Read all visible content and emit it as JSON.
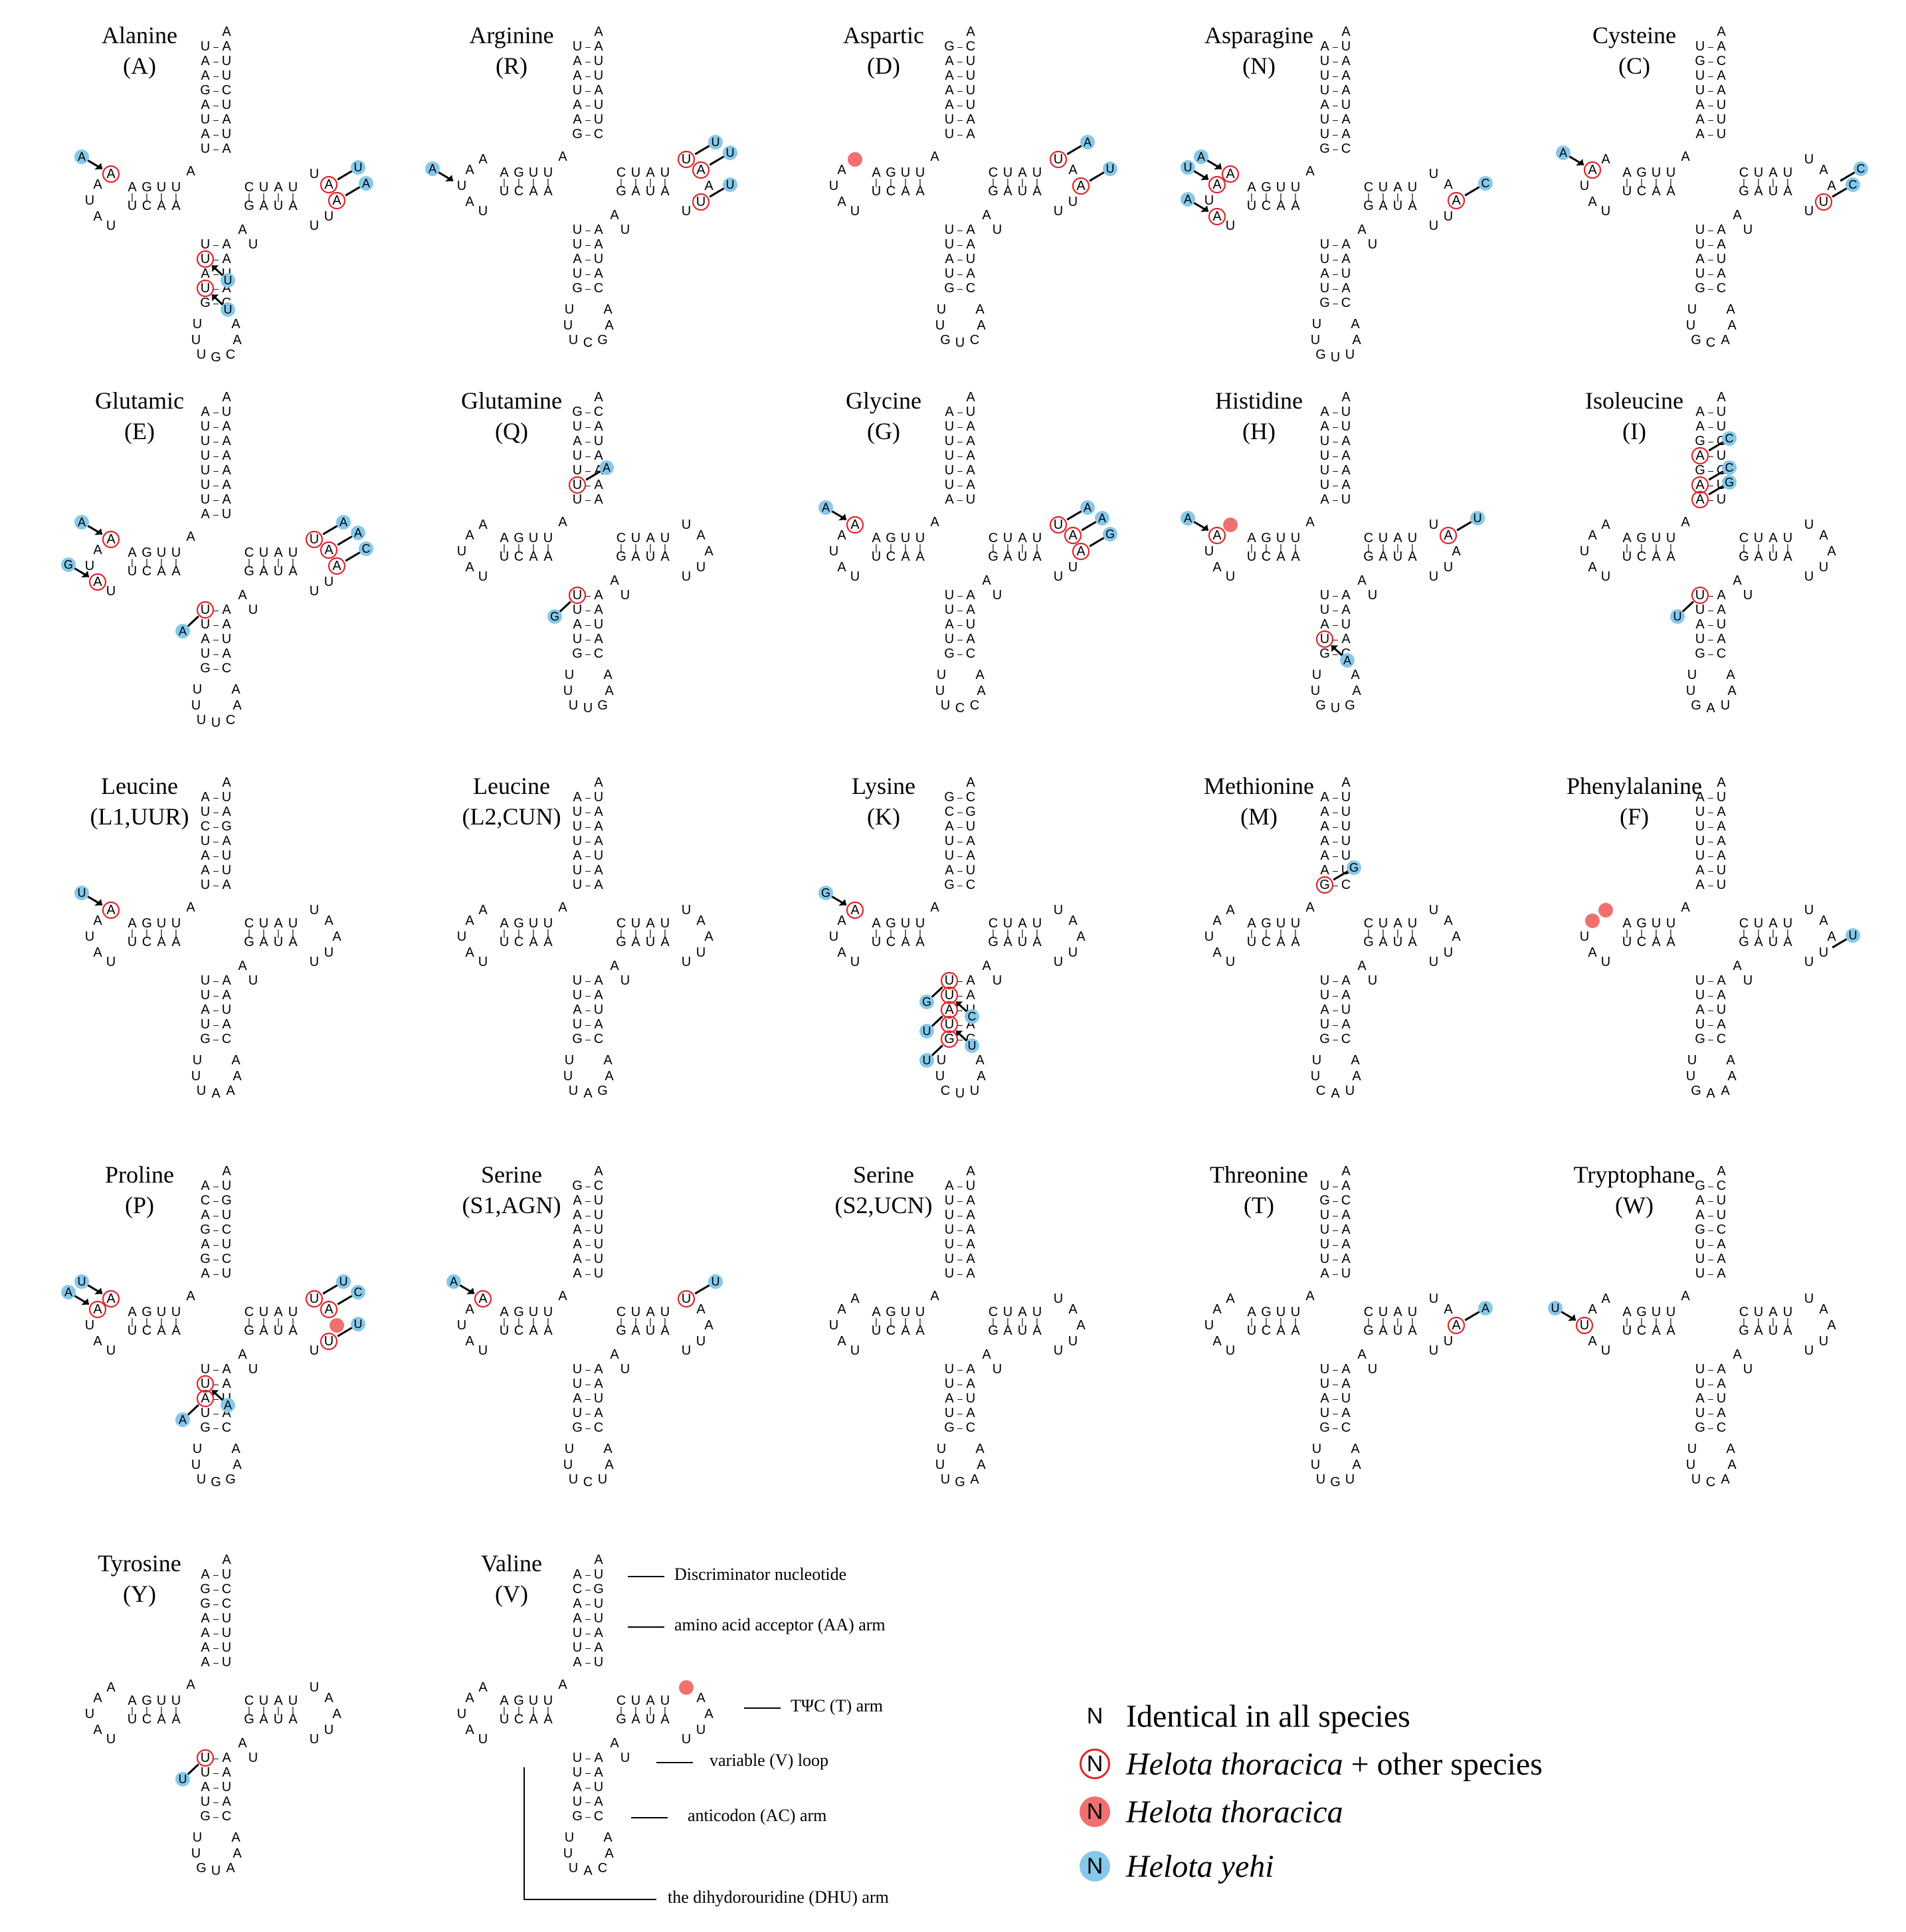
{
  "colors": {
    "ring": "#e0242b",
    "thoracica": "#f07070",
    "yehi": "#86c8ea",
    "ink": "#000000"
  },
  "panels": [
    {
      "id": "alanine",
      "name": "Alanine",
      "code": "(A)",
      "acc": [
        "U",
        "A",
        "A",
        "G",
        "A",
        "U",
        "A",
        "U"
      ],
      "anticodon": "UGC",
      "marks": [
        {
          "arm": "dhu",
          "i": 0,
          "type": "ring",
          "sub": "A"
        },
        {
          "arm": "t",
          "i": 1,
          "type": "ring",
          "sub": "U"
        },
        {
          "arm": "t",
          "i": 2,
          "type": "ring",
          "sub": "A"
        },
        {
          "arm": "ac",
          "i": 1,
          "type": "ring",
          "sub": "U"
        },
        {
          "arm": "ac",
          "i": 3,
          "type": "ring",
          "sub": "U"
        }
      ]
    },
    {
      "id": "arginine",
      "name": "Arginine",
      "code": "(R)",
      "acc": [
        "U",
        "A",
        "A",
        "U",
        "A",
        "A",
        "G"
      ],
      "anticodon": "UCG",
      "marks": [
        {
          "arm": "t",
          "i": 0,
          "type": "ring",
          "sub": "U"
        },
        {
          "arm": "t",
          "i": 1,
          "type": "ring",
          "sub": "U"
        },
        {
          "arm": "t",
          "i": 3,
          "type": "ring",
          "sub": "U"
        },
        {
          "arm": "dhu",
          "i": 2,
          "type": "plain",
          "sub": "A"
        }
      ]
    },
    {
      "id": "aspartic",
      "name": "Aspartic",
      "code": "(D)",
      "acc": [
        "G",
        "A",
        "A",
        "A",
        "A",
        "U",
        "U"
      ],
      "anticodon": "GUC",
      "marks": [
        {
          "arm": "dhu",
          "i": 0,
          "type": "fill_thoracica",
          "sub": ""
        },
        {
          "arm": "t",
          "i": 0,
          "type": "ring",
          "sub": "A"
        },
        {
          "arm": "t",
          "i": 2,
          "type": "ring",
          "sub": "U"
        }
      ]
    },
    {
      "id": "asparagine",
      "name": "Asparagine",
      "code": "(N)",
      "acc": [
        "A",
        "U",
        "U",
        "U",
        "A",
        "U",
        "U",
        "G"
      ],
      "anticodon": "GUU",
      "marks": [
        {
          "arm": "dhu",
          "i": 0,
          "type": "ring",
          "sub": "A"
        },
        {
          "arm": "dhu",
          "i": 1,
          "type": "ring",
          "sub": "U"
        },
        {
          "arm": "dhu",
          "i": 3,
          "type": "ring",
          "sub": "A"
        },
        {
          "arm": "t",
          "i": 2,
          "type": "ring",
          "sub": "C"
        }
      ]
    },
    {
      "id": "cysteine",
      "name": "Cysteine",
      "code": "(C)",
      "acc": [
        "U",
        "G",
        "U",
        "U",
        "A",
        "A",
        "A"
      ],
      "anticodon": "GCA",
      "marks": [
        {
          "arm": "dhu",
          "i": 1,
          "type": "ring",
          "sub": "A"
        },
        {
          "arm": "t",
          "i": 2,
          "type": "plain",
          "sub": "C"
        },
        {
          "arm": "t",
          "i": 3,
          "type": "ring",
          "sub": "C"
        }
      ]
    },
    {
      "id": "glutamic",
      "name": "Glutamic",
      "code": "(E)",
      "acc": [
        "A",
        "U",
        "U",
        "U",
        "U",
        "U",
        "U",
        "A"
      ],
      "anticodon": "UUC",
      "marks": [
        {
          "arm": "dhu",
          "i": 0,
          "type": "ring",
          "sub": "A"
        },
        {
          "arm": "dhu",
          "i": 3,
          "type": "ring",
          "sub": "G"
        },
        {
          "arm": "t",
          "i": 0,
          "type": "ring",
          "sub": "A"
        },
        {
          "arm": "t",
          "i": 1,
          "type": "ring",
          "sub": "A"
        },
        {
          "arm": "t",
          "i": 2,
          "type": "ring",
          "sub": "C"
        },
        {
          "arm": "ac",
          "i": 0,
          "type": "ring",
          "sub": "A"
        }
      ]
    },
    {
      "id": "glutamine",
      "name": "Glutamine",
      "code": "(Q)",
      "acc": [
        "G",
        "U",
        "A",
        "U",
        "U",
        "U",
        "U"
      ],
      "anticodon": "UUG",
      "marks": [
        {
          "arm": "acc",
          "i": 5,
          "type": "ring",
          "sub": "A"
        },
        {
          "arm": "ac",
          "i": 0,
          "type": "ring",
          "sub": "G"
        }
      ]
    },
    {
      "id": "glycine",
      "name": "Glycine",
      "code": "(G)",
      "acc": [
        "A",
        "U",
        "U",
        "U",
        "U",
        "U",
        "A"
      ],
      "anticodon": "UCC",
      "marks": [
        {
          "arm": "dhu",
          "i": 0,
          "type": "ring",
          "sub": "A"
        },
        {
          "arm": "t",
          "i": 0,
          "type": "ring",
          "sub": "A"
        },
        {
          "arm": "t",
          "i": 1,
          "type": "ring",
          "sub": "A"
        },
        {
          "arm": "t",
          "i": 2,
          "type": "ring",
          "sub": "G"
        }
      ]
    },
    {
      "id": "histidine",
      "name": "Histidine",
      "code": "(H)",
      "acc": [
        "A",
        "A",
        "U",
        "U",
        "U",
        "U",
        "A"
      ],
      "anticodon": "GUG",
      "marks": [
        {
          "arm": "dhu",
          "i": 0,
          "type": "fill_thoracica",
          "sub": ""
        },
        {
          "arm": "dhu",
          "i": 1,
          "type": "ring",
          "sub": "A"
        },
        {
          "arm": "t",
          "i": 1,
          "type": "ring",
          "sub": "U"
        },
        {
          "arm": "ac",
          "i": 3,
          "type": "ring",
          "sub": "A"
        }
      ]
    },
    {
      "id": "isoleucine",
      "name": "Isoleucine",
      "code": "(I)",
      "acc": [
        "A",
        "A",
        "G",
        "A",
        "G",
        "A",
        "A"
      ],
      "anticodon": "GAU",
      "marks": [
        {
          "arm": "acc",
          "i": 3,
          "type": "ring",
          "sub": "C"
        },
        {
          "arm": "acc",
          "i": 5,
          "type": "ring",
          "sub": "C"
        },
        {
          "arm": "acc",
          "i": 6,
          "type": "ring",
          "sub": "G"
        },
        {
          "arm": "ac",
          "i": 0,
          "type": "ring",
          "sub": "U"
        }
      ]
    },
    {
      "id": "leucine1",
      "name": "Leucine",
      "code": "(L1,UUR)",
      "acc": [
        "A",
        "U",
        "C",
        "U",
        "A",
        "A",
        "U"
      ],
      "anticodon": "UAA",
      "marks": [
        {
          "arm": "dhu",
          "i": 0,
          "type": "ring",
          "sub": "U"
        }
      ]
    },
    {
      "id": "leucine2",
      "name": "Leucine",
      "code": "(L2,CUN)",
      "acc": [
        "A",
        "U",
        "U",
        "U",
        "A",
        "U",
        "U"
      ],
      "anticodon": "UAG",
      "marks": []
    },
    {
      "id": "lysine",
      "name": "Lysine",
      "code": "(K)",
      "acc": [
        "G",
        "C",
        "A",
        "U",
        "U",
        "A",
        "G"
      ],
      "anticodon": "CUU",
      "marks": [
        {
          "arm": "dhu",
          "i": 0,
          "type": "ring",
          "sub": "G"
        },
        {
          "arm": "ac",
          "i": 0,
          "type": "ring",
          "sub": "G"
        },
        {
          "arm": "ac",
          "i": 1,
          "type": "ring",
          "sub": "C"
        },
        {
          "arm": "ac",
          "i": 2,
          "type": "ring",
          "sub": "U"
        },
        {
          "arm": "ac",
          "i": 3,
          "type": "ring",
          "sub": "U"
        },
        {
          "arm": "ac",
          "i": 4,
          "type": "ring",
          "sub": "U"
        }
      ]
    },
    {
      "id": "methionine",
      "name": "Methionine",
      "code": "(M)",
      "acc": [
        "A",
        "A",
        "A",
        "A",
        "A",
        "A",
        "G"
      ],
      "anticodon": "CAU",
      "marks": [
        {
          "arm": "acc",
          "i": 6,
          "type": "ring",
          "sub": "G"
        }
      ]
    },
    {
      "id": "phenylalanine",
      "name": "Phenylalanine",
      "code": "(F)",
      "acc": [
        "A",
        "U",
        "U",
        "U",
        "U",
        "A",
        "A"
      ],
      "anticodon": "GAA",
      "marks": [
        {
          "arm": "dhu",
          "i": 0,
          "type": "fill_thoracica",
          "sub": ""
        },
        {
          "arm": "dhu",
          "i": 1,
          "type": "fill_thoracica",
          "sub": ""
        },
        {
          "arm": "t",
          "i": 3,
          "type": "plain",
          "sub": "U"
        }
      ]
    },
    {
      "id": "proline",
      "name": "Proline",
      "code": "(P)",
      "acc": [
        "A",
        "C",
        "A",
        "G",
        "A",
        "G",
        "A"
      ],
      "anticodon": "UGG",
      "marks": [
        {
          "arm": "dhu",
          "i": 0,
          "type": "ring",
          "sub": "U"
        },
        {
          "arm": "dhu",
          "i": 1,
          "type": "ring",
          "sub": "A"
        },
        {
          "arm": "t",
          "i": 0,
          "type": "ring",
          "sub": "U"
        },
        {
          "arm": "t",
          "i": 1,
          "type": "ring",
          "sub": "C"
        },
        {
          "arm": "t",
          "i": 2,
          "type": "fill_thoracica",
          "sub": ""
        },
        {
          "arm": "t",
          "i": 3,
          "type": "ring",
          "sub": "U"
        },
        {
          "arm": "ac",
          "i": 1,
          "type": "ring",
          "sub": "A"
        },
        {
          "arm": "ac",
          "i": 2,
          "type": "ring",
          "sub": "A"
        }
      ]
    },
    {
      "id": "serine1",
      "name": "Serine",
      "code": "(S1,AGN)",
      "acc": [
        "G",
        "A",
        "A",
        "A",
        "A",
        "A",
        "A"
      ],
      "anticodon": "UCU",
      "marks": [
        {
          "arm": "dhu",
          "i": 0,
          "type": "ring",
          "sub": "A"
        },
        {
          "arm": "t",
          "i": 0,
          "type": "ring",
          "sub": "U"
        }
      ]
    },
    {
      "id": "serine2",
      "name": "Serine",
      "code": "(S2,UCN)",
      "acc": [
        "A",
        "U",
        "U",
        "U",
        "U",
        "U",
        "U"
      ],
      "anticodon": "UGA",
      "marks": []
    },
    {
      "id": "threonine",
      "name": "Threonine",
      "code": "(T)",
      "acc": [
        "U",
        "G",
        "U",
        "U",
        "U",
        "U",
        "A"
      ],
      "anticodon": "UGU",
      "marks": [
        {
          "arm": "t",
          "i": 2,
          "type": "ring",
          "sub": "A"
        }
      ]
    },
    {
      "id": "tryptophane",
      "name": "Tryptophane",
      "code": "(W)",
      "acc": [
        "G",
        "A",
        "A",
        "G",
        "U",
        "U",
        "U"
      ],
      "anticodon": "UCA",
      "marks": [
        {
          "arm": "dhu",
          "i": 2,
          "type": "ring",
          "sub": "U"
        }
      ]
    },
    {
      "id": "tyrosine",
      "name": "Tyrosine",
      "code": "(Y)",
      "acc": [
        "A",
        "G",
        "G",
        "A",
        "A",
        "A",
        "A"
      ],
      "anticodon": "GUA",
      "marks": [
        {
          "arm": "ac",
          "i": 0,
          "type": "ring",
          "sub": "U"
        }
      ]
    },
    {
      "id": "valine",
      "name": "Valine",
      "code": "(V)",
      "acc": [
        "A",
        "C",
        "A",
        "A",
        "U",
        "U",
        "A"
      ],
      "anticodon": "UAC",
      "marks": [
        {
          "arm": "t",
          "i": 0,
          "type": "fill_thoracica",
          "sub": ""
        }
      ]
    }
  ],
  "annotations": {
    "discriminator": "Discriminator nucleotide",
    "aa_arm": "amino acid acceptor (AA) arm",
    "t_arm": "TΨC (T) arm",
    "v_loop": "variable (V) loop",
    "ac_arm": "anticodon (AC) arm",
    "dhu_arm": "the dihydorouridine (DHU) arm"
  },
  "legend": {
    "symbol": "N",
    "identical": "Identical in all species",
    "ring_species": "Helota thoracica",
    "ring_suffix": "+ other species",
    "thoracica": "Helota thoracica",
    "yehi": "Helota yehi"
  }
}
